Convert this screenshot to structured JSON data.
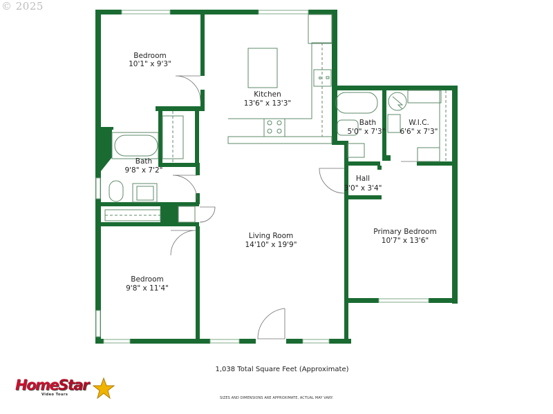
{
  "copyright": "© 2025",
  "colors": {
    "wall": "#1a6b32",
    "fixture": "#2e6b3e",
    "text": "#222222",
    "logo_red": "#c8102e",
    "logo_star": "#f0b400"
  },
  "rooms": [
    {
      "id": "bedroom-2",
      "name": "Bedroom",
      "dims": "10'1\" x 9'3\""
    },
    {
      "id": "kitchen",
      "name": "Kitchen",
      "dims": "13'6\" x 13'3\""
    },
    {
      "id": "bath-primary",
      "name": "Bath",
      "dims": "5'0\" x 7'3\""
    },
    {
      "id": "wic",
      "name": "W.I.C.",
      "dims": "6'6\" x 7'3\""
    },
    {
      "id": "bath-hall",
      "name": "Bath",
      "dims": "9'8\" x 7'2\""
    },
    {
      "id": "hall",
      "name": "Hall",
      "dims": "3'0\" x 3'4\""
    },
    {
      "id": "living-room",
      "name": "Living Room",
      "dims": "14'10\" x 19'9\""
    },
    {
      "id": "primary-bedroom",
      "name": "Primary Bedroom",
      "dims": "10'7\" x 13'6\""
    },
    {
      "id": "bedroom-3",
      "name": "Bedroom",
      "dims": "9'8\" x 11'4\""
    }
  ],
  "footer": {
    "total_sqft": "1,038 Total Square Feet (Approximate)",
    "disclaimer": "SIZES AND DIMENSIONS ARE APPROXIMATE, ACTUAL MAY VARY."
  },
  "logo": {
    "brand_part1": "Home",
    "brand_part2": "Star",
    "tagline": "Video Tours"
  }
}
